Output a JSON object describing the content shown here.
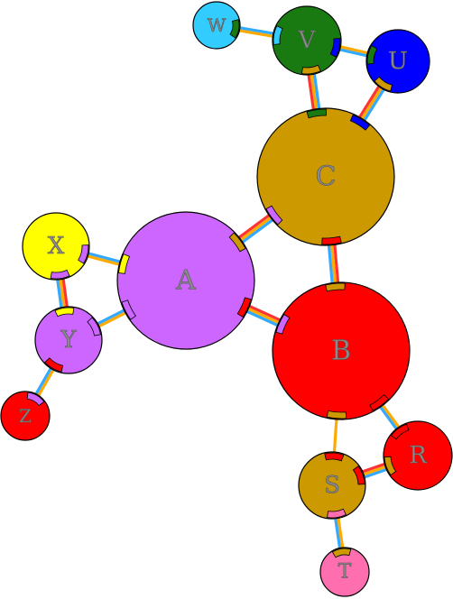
{
  "diagram": {
    "nodes": [
      {
        "id": "A",
        "label": "A",
        "color": "#cc66ff"
      },
      {
        "id": "B",
        "label": "B",
        "color": "#ff0000"
      },
      {
        "id": "C",
        "label": "C",
        "color": "#cc9900"
      },
      {
        "id": "R",
        "label": "R",
        "color": "#ff0000"
      },
      {
        "id": "S",
        "label": "S",
        "color": "#cc9900"
      },
      {
        "id": "T",
        "label": "T",
        "color": "#ff6fb0"
      },
      {
        "id": "U",
        "label": "U",
        "color": "#0000ff"
      },
      {
        "id": "V",
        "label": "V",
        "color": "#1a7a12"
      },
      {
        "id": "W",
        "label": "W",
        "color": "#33ccff"
      },
      {
        "id": "X",
        "label": "X",
        "color": "#ffff00"
      },
      {
        "id": "Y",
        "label": "Y",
        "color": "#cc66ff"
      },
      {
        "id": "Z",
        "label": "Z",
        "color": "#ff0000"
      }
    ],
    "edges": [
      {
        "from": "A",
        "to": "C",
        "colors": [
          "#ff3333",
          "#ffaa00",
          "#33aaff"
        ]
      },
      {
        "from": "A",
        "to": "B",
        "colors": [
          "#ff3333",
          "#ffaa00",
          "#33aaff"
        ]
      },
      {
        "from": "C",
        "to": "B",
        "colors": [
          "#ff3333",
          "#ffaa00",
          "#33aaff"
        ]
      },
      {
        "from": "C",
        "to": "V",
        "colors": [
          "#ff3333",
          "#ffaa00",
          "#33aaff"
        ]
      },
      {
        "from": "C",
        "to": "U",
        "colors": [
          "#ff3333",
          "#ffaa00",
          "#33aaff"
        ]
      },
      {
        "from": "V",
        "to": "U",
        "colors": [
          "#ffaa00",
          "#33aaff"
        ]
      },
      {
        "from": "V",
        "to": "W",
        "colors": [
          "#ffaa00",
          "#33aaff"
        ]
      },
      {
        "from": "A",
        "to": "X",
        "colors": [
          "#ffaa00",
          "#33aaff"
        ]
      },
      {
        "from": "A",
        "to": "Y",
        "colors": [
          "#ffaa00",
          "#33aaff"
        ]
      },
      {
        "from": "X",
        "to": "Y",
        "colors": [
          "#ff3333",
          "#ffaa00",
          "#33aaff"
        ]
      },
      {
        "from": "Y",
        "to": "Z",
        "colors": [
          "#ffaa00",
          "#33aaff"
        ]
      },
      {
        "from": "B",
        "to": "S",
        "colors": [
          "#ffaa00"
        ]
      },
      {
        "from": "B",
        "to": "R",
        "colors": [
          "#ffaa00",
          "#33aaff"
        ]
      },
      {
        "from": "S",
        "to": "R",
        "colors": [
          "#ff3333",
          "#ffaa00",
          "#33aaff"
        ]
      },
      {
        "from": "S",
        "to": "T",
        "colors": [
          "#ffaa00",
          "#33aaff"
        ]
      }
    ]
  }
}
